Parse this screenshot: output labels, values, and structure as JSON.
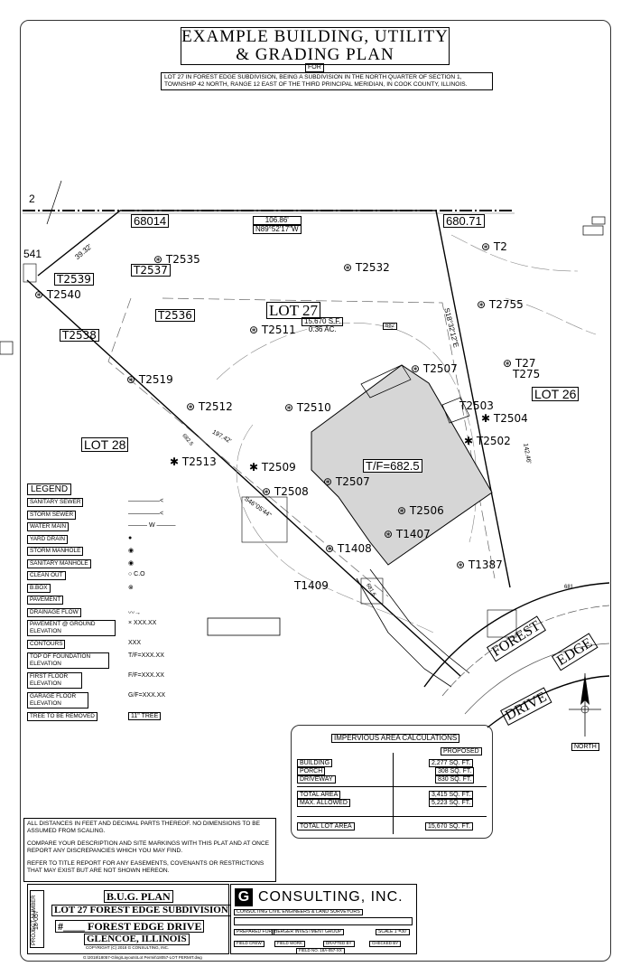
{
  "title": {
    "line1": "EXAMPLE BUILDING, UTILITY",
    "line2": "& GRADING PLAN",
    "for": "FOR",
    "description": "LOT 27 IN FOREST EDGE SUBDIVISION, BEING A SUBDIVISION IN THE NORTH QUARTER OF SECTION 1, TOWNSHIP 42 NORTH, RANGE 12 EAST OF THE THIRD PRINCIPAL MERIDIAN, IN COOK COUNTY, ILLINOIS."
  },
  "plan": {
    "lot_title": "LOT 27",
    "lot_area": "15,670 S.F.",
    "lot_acres": "0.36 AC.",
    "top_of_foundation": "T/F=682.5",
    "lot_26": "LOT 26",
    "lot_28": "LOT 28",
    "street": "FOREST EDGE DRIVE",
    "street_line1": "FOREST",
    "street_line2": "EDGE",
    "street_line3": "DRIVE",
    "north": "NORTH",
    "bearing_top": "N89°52'17\"W",
    "distance_top": "106.86'",
    "bearing_east": "S18°32'12\"E",
    "bearing_sw": "S46°05'44\"",
    "dist_1": "39.32'",
    "dist_2": "197.42'",
    "dist_3": "142.46'",
    "elev_left": "68014",
    "elev_right": "680.71",
    "elev_682": "682",
    "elev_6825": "682.5",
    "elev_6816": "681.6",
    "elev_681": "681",
    "edge_2": "2",
    "edge_541": "541",
    "trees": [
      "T2535",
      "T2539",
      "T2537",
      "T2532",
      "T2",
      "T2755",
      "T2540",
      "T2536",
      "T2511",
      "T2538",
      "T2507",
      "T27",
      "T275",
      "T2519",
      "T2512",
      "T2510",
      "T2503",
      "T2504",
      "T2502",
      "T2509",
      "T2508",
      "T2507",
      "T2513",
      "T2506",
      "T1407",
      "T1408",
      "T1387",
      "T1409"
    ]
  },
  "legend": {
    "title": "LEGEND",
    "items": [
      {
        "name": "SANITARY SEWER",
        "symbol": "—————<"
      },
      {
        "name": "STORM SEWER",
        "symbol": "—————<"
      },
      {
        "name": "WATER MAIN",
        "symbol": "——— W ———"
      },
      {
        "name": "YARD DRAIN",
        "symbol": "●"
      },
      {
        "name": "STORM MANHOLE",
        "symbol": "◉"
      },
      {
        "name": "SANITARY MANHOLE",
        "symbol": "◉"
      },
      {
        "name": "CLEAN OUT",
        "symbol": "○ C.O"
      },
      {
        "name": "B.BOX",
        "symbol": "⊗"
      },
      {
        "name": "PAVEMENT",
        "symbol": ""
      },
      {
        "name": "DRAINAGE FLOW",
        "symbol": "〰→"
      },
      {
        "name": "PAVEMENT @ GROUND ELEVATION",
        "symbol": "× XXX.XX"
      },
      {
        "name": "CONTOURS",
        "symbol": "XXX"
      },
      {
        "name": "TOP OF FOUNDATION ELEVATION",
        "symbol": "T/F=XXX.XX"
      },
      {
        "name": "FIRST FLOOR ELEVATION",
        "symbol": "F/F=XXX.XX"
      },
      {
        "name": "GARAGE FLOOR ELEVATION",
        "symbol": "G/F=XXX.XX"
      },
      {
        "name": "TREE TO BE REMOVED",
        "symbol": "11\" TREE"
      }
    ]
  },
  "impervious": {
    "title": "IMPERVIOUS AREA CALCULATIONS",
    "proposed": "PROPOSED",
    "rows": [
      {
        "label": "BUILDING",
        "value": "2,277 SQ. FT."
      },
      {
        "label": "PORCH",
        "value": "308 SQ. FT."
      },
      {
        "label": "DRIVEWAY",
        "value": "830 SQ. FT."
      }
    ],
    "total_label": "TOTAL AREA",
    "total_value": "3,415 SQ. FT.",
    "max_label": "MAX. ALLOWED",
    "max_value": "5,223 SQ. FT.",
    "lot_label": "TOTAL LOT AREA",
    "lot_value": "15,670 SQ. FT."
  },
  "notes": {
    "n1": "ALL DISTANCES IN FEET AND DECIMAL PARTS THEREOF. NO DIMENSIONS TO BE ASSUMED FROM SCALING.",
    "n2": "COMPARE YOUR DESCRIPTION AND SITE MARKINGS WITH THIS PLAT AND AT ONCE REPORT ANY DISCREPANCIES WHICH YOU MAY FIND.",
    "n3": "REFER TO TITLE REPORT FOR ANY EASEMENTS, COVENANTS OR RESTRICTIONS THAT MAY EXIST BUT ARE NOT SHOWN HEREON."
  },
  "titleblock": {
    "project_label": "PROJECT NUMBER",
    "project_number": "18-057",
    "plan_name": "B.U.G. PLAN",
    "lot_line": "LOT 27 FOREST EDGE SUBDIVISION",
    "address": "#____ FOREST EDGE DRIVE",
    "city": "GLENCOE, ILLINOIS",
    "copyright": "COPYRIGHT (C) 2018 G CONSULTING, INC.",
    "file_path": "G:\\2018\\18057-Gling\\Layouts\\Lot Permit\\18057-LOT PERMIT.dwg",
    "company": "CONSULTING, INC.",
    "company_sub": "CONSULTING CIVIL ENGINEERS & LAND SURVEYORS",
    "prepared_label": "PREPARED FOR",
    "prepared_value": "BERGER INVESTMENT GROUP",
    "scale_label": "SCALE",
    "scale_value": "1\"=30'",
    "field_crew": "FIELD CREW",
    "field_work": "FIELD WORK",
    "drafted_by": "DRAFTED BY",
    "checked_by": "CHECKED BY",
    "field_no": "FIELD NO. 18A-057-XX"
  }
}
